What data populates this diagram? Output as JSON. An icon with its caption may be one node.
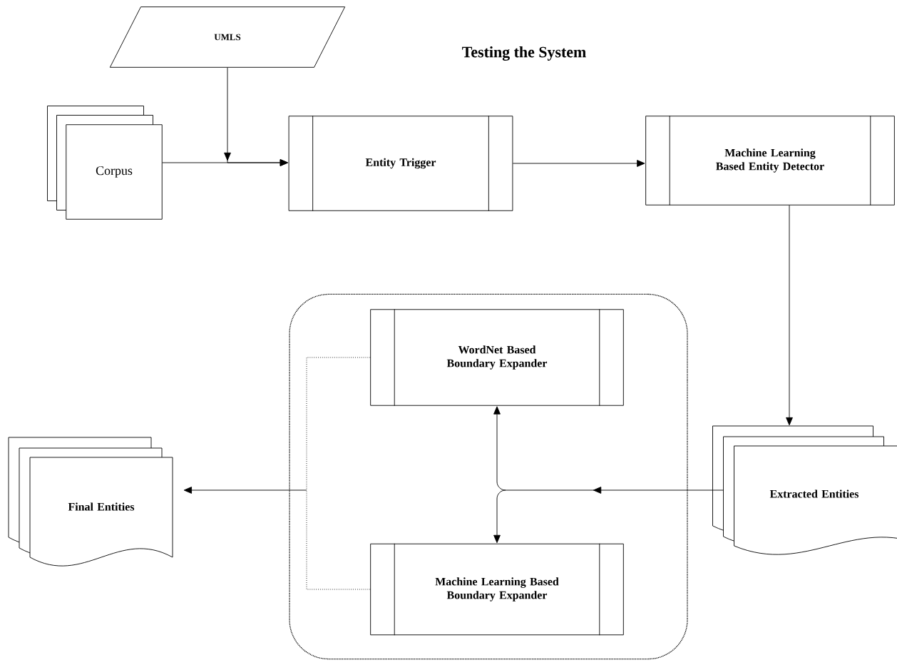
{
  "diagram": {
    "title": "Testing the System",
    "nodes": [
      {
        "text": [
          "UMLS"
        ]
      },
      {
        "text": [
          "Corpus"
        ]
      },
      {
        "text": [
          "Entity Trigger"
        ]
      },
      {
        "text": [
          "Machine Learning Based Entity Detector"
        ]
      },
      {
        "text": [
          "Extracted Entities"
        ]
      },
      {
        "text": [],
        "shape": "box"
      },
      {
        "text": [
          "WordNet Based Boundary Expander"
        ],
        "in": 5
      },
      {
        "text": [
          "Machine Learning Based Boundary Expander"
        ],
        "in": 5
      },
      {
        "text": [
          "Final Entities"
        ]
      }
    ],
    "edges": [
      {
        "from": 0,
        "to": 2,
        "arrow": "to"
      },
      {
        "from": 1,
        "to": 2,
        "arrow": "to"
      },
      {
        "from": 2,
        "to": 3,
        "arrow": "to"
      },
      {
        "from": 3,
        "to": 4,
        "arrow": "to"
      },
      {
        "from": 4,
        "to": 6,
        "arrow": "to"
      },
      {
        "from": 4,
        "to": 7,
        "arrow": "to"
      },
      {
        "from": 6,
        "to": 8,
        "arrow": "to",
        "style": "dashed"
      },
      {
        "from": 7,
        "to": 8,
        "arrow": "to",
        "style": "dashed"
      }
    ]
  }
}
